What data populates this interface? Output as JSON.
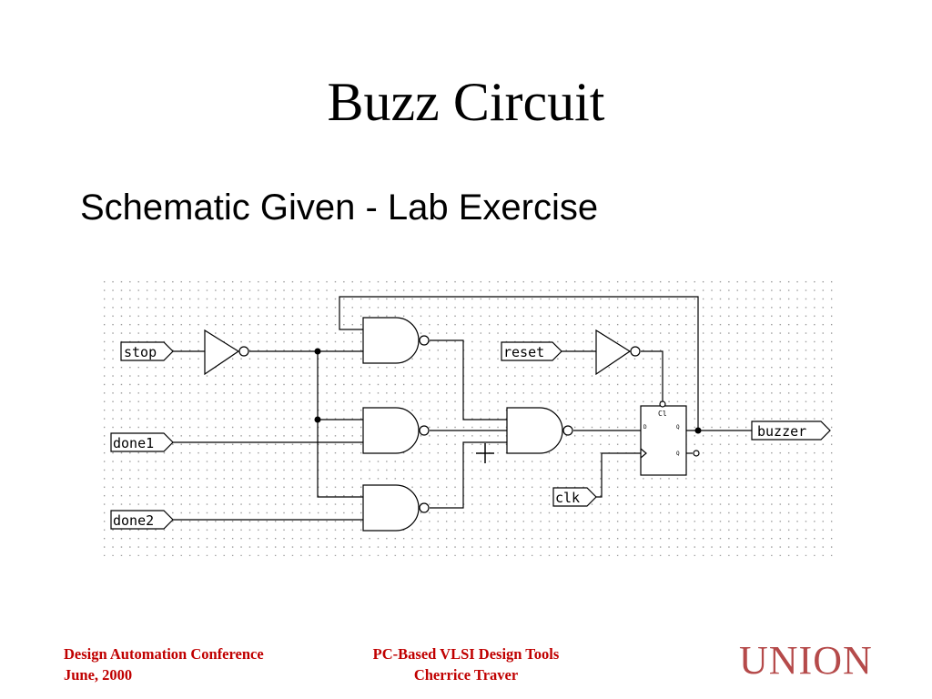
{
  "slide": {
    "title": "Buzz Circuit",
    "subtitle": "Schematic Given - Lab Exercise"
  },
  "schematic": {
    "inputs": {
      "stop": "stop",
      "done1": "done1",
      "done2": "done2",
      "reset": "reset",
      "clk": "clk"
    },
    "output": "buzzer",
    "flipflop": {
      "clr": "Cl",
      "d": "D",
      "q": "Q",
      "qbar": "Q"
    }
  },
  "footer": {
    "left_line1": "Design Automation Conference",
    "left_line2": "June, 2000",
    "center_line1": "PC-Based VLSI Design Tools",
    "center_line2": "Cherrice Traver",
    "logo": "UNION"
  },
  "colors": {
    "footer_text": "#c00000",
    "logo": "#b54a4a",
    "wire": "#000000",
    "grid_dot": "#8a8a8a"
  }
}
